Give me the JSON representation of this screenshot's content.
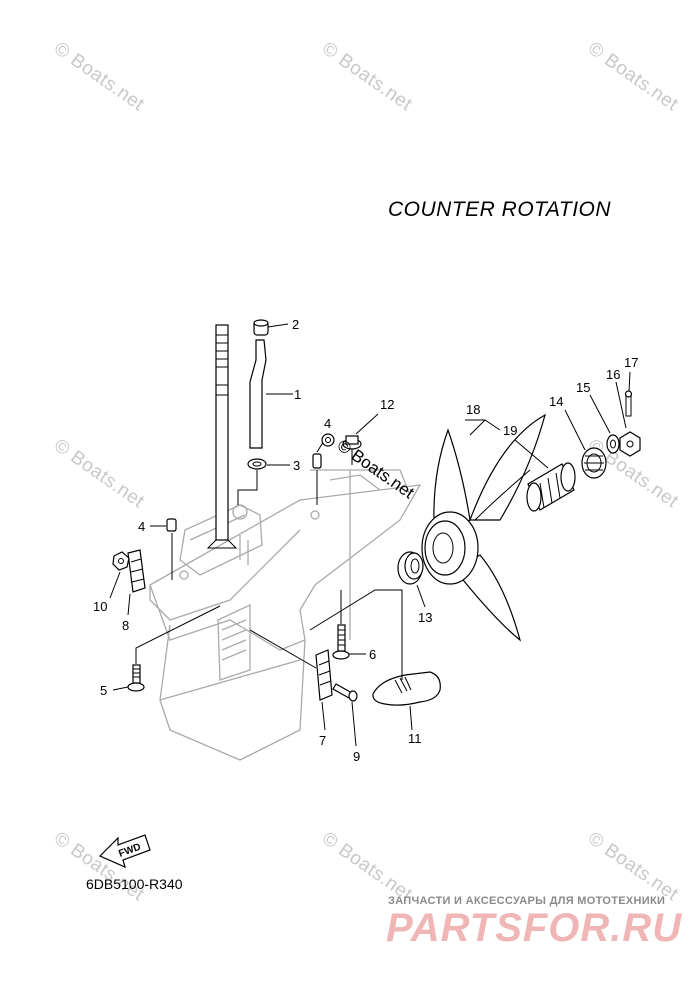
{
  "diagram": {
    "title": "COUNTER  ROTATION",
    "diagram_code": "6DB5100-R340",
    "fwd_label": "FWD",
    "callouts": [
      "1",
      "2",
      "3",
      "4",
      "4",
      "5",
      "6",
      "7",
      "8",
      "9",
      "10",
      "11",
      "12",
      "13",
      "14",
      "15",
      "16",
      "17",
      "18",
      "19"
    ]
  },
  "watermarks": {
    "text": "© Boats.net",
    "overlay_text": "© Boats.net"
  },
  "banner": {
    "caption": "ЗАПЧАСТИ И АКСЕССУАРЫ ДЛЯ МОТОТЕХНИКИ",
    "logo": "PARTSFOR.RU"
  },
  "colors": {
    "line": "#000000",
    "housing": "#aaaaaa",
    "watermark": "#c8c8c8",
    "banner_logo": "#f0b6b6"
  }
}
